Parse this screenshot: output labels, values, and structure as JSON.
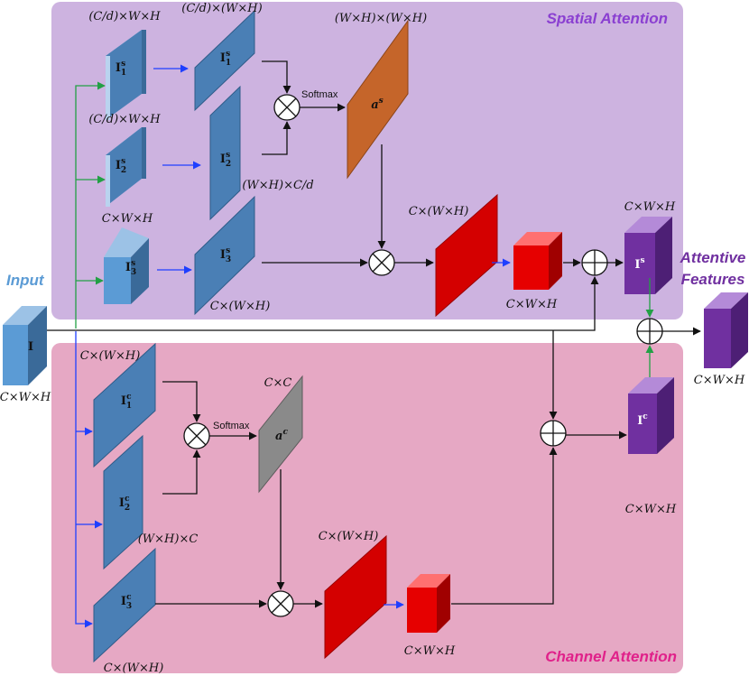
{
  "panels": {
    "spatial_title": "Spatial Attention",
    "channel_title": "Channel Attention"
  },
  "side": {
    "input_title": "Input",
    "output_title_1": "Attentive",
    "output_title_2": "Features"
  },
  "tensors": {
    "input": {
      "name": "I",
      "dims": "C×W×H"
    },
    "is1": {
      "base": "I",
      "sub": "1",
      "sup": "s",
      "dims": "(C/d)×W×H"
    },
    "is1r": {
      "base": "I",
      "sub": "1",
      "sup": "s",
      "dims": "(C/d)×(W×H)"
    },
    "is2": {
      "base": "I",
      "sub": "2",
      "sup": "s",
      "dims": "(C/d)×W×H"
    },
    "is2r": {
      "base": "I",
      "sub": "2",
      "sup": "s",
      "dims": "(W×H)×C/d"
    },
    "is3": {
      "base": "I",
      "sub": "3",
      "sup": "s",
      "dims": "C×W×H"
    },
    "is3r": {
      "base": "I",
      "sub": "3",
      "sup": "s",
      "dims": "C×(W×H)"
    },
    "as": {
      "base": "a",
      "sup": "s",
      "dims": "(W×H)×(W×H)"
    },
    "s_red": {
      "dims": "C×(W×H)"
    },
    "s_redbox": {
      "dims": "C×W×H"
    },
    "Is": {
      "base": "I",
      "sup": "s",
      "dims": "C×W×H"
    },
    "ic1": {
      "base": "I",
      "sub": "1",
      "sup": "c",
      "dims": "C×(W×H)"
    },
    "ic2": {
      "base": "I",
      "sub": "2",
      "sup": "c",
      "dims": "(W×H)×C"
    },
    "ic3": {
      "base": "I",
      "sub": "3",
      "sup": "c",
      "dims": "C×(W×H)"
    },
    "ac": {
      "base": "a",
      "sup": "c",
      "dims": "C×C"
    },
    "c_red": {
      "dims": "C×(W×H)"
    },
    "c_redbox": {
      "dims": "C×W×H"
    },
    "Ic": {
      "base": "I",
      "sup": "c",
      "dims": "C×W×H"
    },
    "out": {
      "dims": "C×W×H"
    }
  },
  "ops": {
    "softmax_s": "Softmax",
    "softmax_c": "Softmax"
  },
  "colors": {
    "spatial_bg": "#cdb3e0",
    "channel_bg": "#e6a8c4",
    "blue_face": "#4a7fb5",
    "blue_light": "#5b9bd5",
    "orange": "#c5652a",
    "gray": "#8a8a8a",
    "red": "#d40000",
    "purple": "#7030a0"
  }
}
